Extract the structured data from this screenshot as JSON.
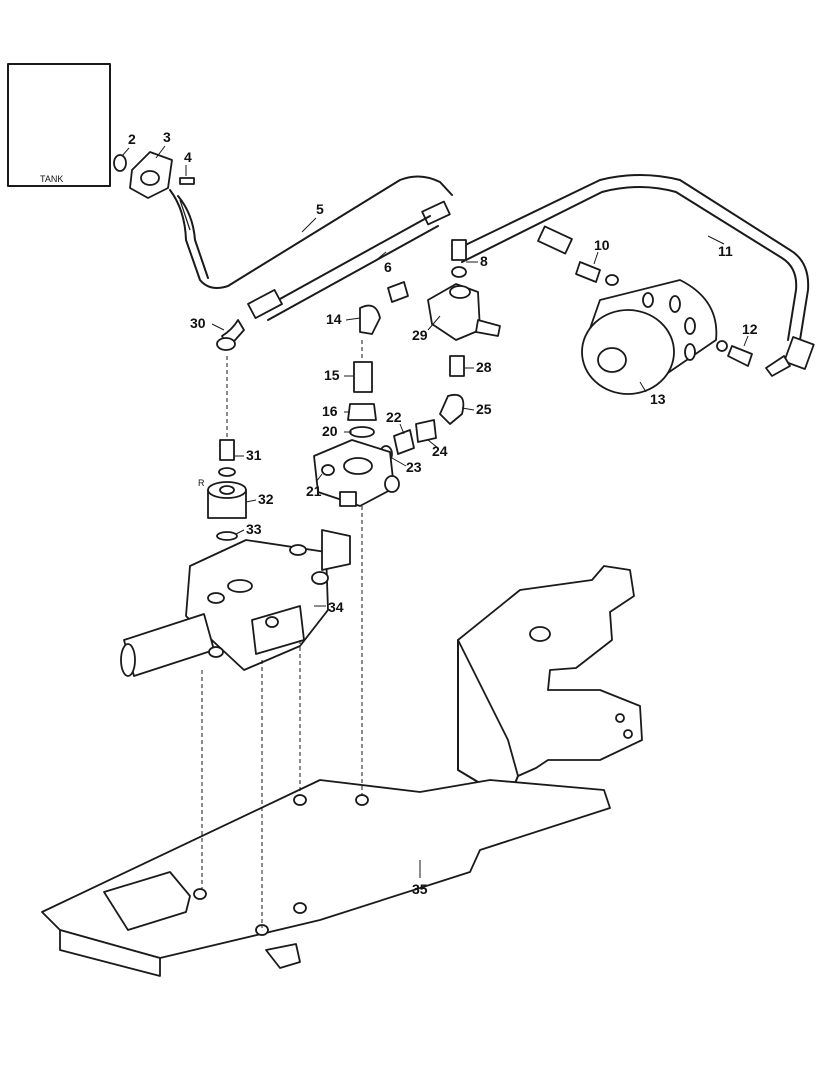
{
  "tank_label": "TANK",
  "relief_marker": "R",
  "callouts": [
    "2",
    "3",
    "4",
    "5",
    "6",
    "8",
    "10",
    "11",
    "12",
    "13",
    "14",
    "15",
    "16",
    "20",
    "21",
    "22",
    "23",
    "24",
    "25",
    "28",
    "29",
    "30",
    "31",
    "32",
    "33",
    "34",
    "35"
  ]
}
